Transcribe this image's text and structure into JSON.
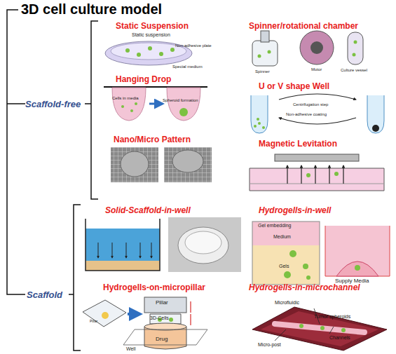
{
  "diagram": {
    "title": "3D cell culture model",
    "nodes": [
      {
        "text": [
          "Scaffold-free"
        ]
      },
      {
        "text": [
          "Static Suspension"
        ],
        "in": 0
      },
      {
        "text": [
          "Spinner/rotational chamber"
        ],
        "in": 0
      },
      {
        "text": [
          "Hanging Drop"
        ],
        "in": 0
      },
      {
        "text": [
          "U or V shape Well"
        ],
        "in": 0
      },
      {
        "text": [
          "Nano/Micro Pattern"
        ],
        "in": 0
      },
      {
        "text": [
          "Magnetic Levitation"
        ],
        "in": 0
      },
      {
        "text": [
          "Scaffold"
        ]
      },
      {
        "text": [
          "Solid-Scaffold-in-well"
        ],
        "in": 7
      },
      {
        "text": [
          "Hydrogells-in-well"
        ],
        "in": 7
      },
      {
        "text": [
          "Hydrogells-on-micropillar"
        ],
        "in": 7
      },
      {
        "text": [
          "Hydrogells-in-microchannel"
        ],
        "in": 7
      }
    ],
    "labels": [
      "Static suspension",
      "Non-adhesive plate",
      "Special medium",
      "Spinner",
      "Motor",
      "Culture vessel",
      "Cells in media",
      "Spheroid formation",
      "Centrifugation step",
      "Non-adhesive coating",
      "Gel embedding",
      "Medium",
      "Gels",
      "Supply Media",
      "Pillar",
      "Pillar",
      "3D-Cells",
      "Drug",
      "Well",
      "Microfluidic",
      "Tumor spheroids",
      "Micro-post",
      "Channels"
    ]
  }
}
